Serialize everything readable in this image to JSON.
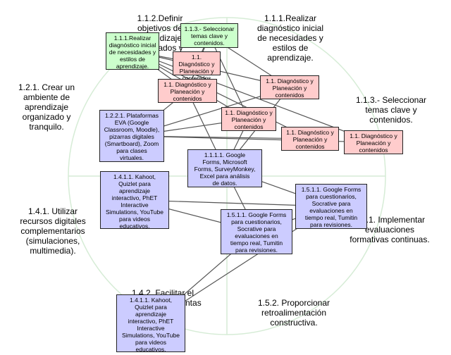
{
  "background_labels": [
    {
      "id": "bg-112",
      "text": "1.1.2.Definir\nobjetivos de\naprendizaje\nesperados y"
    },
    {
      "id": "bg-111",
      "text": "1.1.1.Realizar\ndiagnóstico inicial\nde necesidades y\nestilos de\naprendizaje."
    },
    {
      "id": "bg-121",
      "text": "1.2.1. Crear un\nambiente de\naprendizaje\norganizado y\ntranquilo."
    },
    {
      "id": "bg-113",
      "text": "1.1.3.- Seleccionar\ntemas clave y\ncontenidos."
    },
    {
      "id": "bg-141",
      "text": "1.4.1. Utilizar\nrecursos digitales\ncomplementarios\n(simulaciones,\nmultimedia)."
    },
    {
      "id": "bg-151",
      "text": "1.5.1. Implementar\nevaluaciones\nformativas continuas."
    },
    {
      "id": "bg-142",
      "text": "1.4.2. Facilitar el\nuso de herramientas\ndigitales en\nclase"
    },
    {
      "id": "bg-152",
      "text": "1.5.2. Proporcionar\nretroalimentación\nconstructiva."
    }
  ],
  "nodes": [
    {
      "id": "n-sel",
      "color": "green",
      "text": "1.1.3.- Seleccionar\ntemas clave y\ncontenidos."
    },
    {
      "id": "n-real",
      "color": "green",
      "text": "1.1.1.Realizar\ndiagnóstico inicial\nde necesidades y\nestilos de\naprendizaje."
    },
    {
      "id": "n-p1",
      "color": "pink",
      "text": "1.1. Diagnóstico y\nPlaneación y\ncontenidos"
    },
    {
      "id": "n-p2",
      "color": "pink",
      "text": "1.1. Diagnóstico y\nPlaneación y\ncontenidos"
    },
    {
      "id": "n-p3",
      "color": "pink",
      "text": "1.1. Diagnóstico y\nPlaneación y\ncontenidos"
    },
    {
      "id": "n-p4",
      "color": "pink",
      "text": "1.1. Diagnóstico y\nPlaneación y\ncontenidos"
    },
    {
      "id": "n-p5",
      "color": "pink",
      "text": "1.1. Diagnóstico y\nPlaneación y\ncontenidos"
    },
    {
      "id": "n-p6",
      "color": "pink",
      "text": "1.1. Diagnóstico y\nPlaneación y\ncontenidos"
    },
    {
      "id": "n-eva",
      "color": "blue",
      "text": "1.2.2.1. Plataformas\nEVA (Google\nClassroom, Moodle),\npizarras digitales\n(Smartboard), Zoom\npara clases\nvirtuales."
    },
    {
      "id": "n-gforms",
      "color": "blue",
      "text": "1.1.1.1. Google\nForms, Microsoft\nForms, SurveyMonkey,\nExcel para análisis\nde datos."
    },
    {
      "id": "n-kahoot1",
      "color": "blue",
      "text": "1.4.1.1. Kahoot,\nQuizlet para\naprendizaje\ninteractivo, PhET\nInteractive\nSimulations, YouTube\npara videos\neducativos."
    },
    {
      "id": "n-forms-r",
      "color": "blue",
      "text": "1.5.1.1. Google Forms\npara cuestionarios,\nSocrative para\nevaluaciones en\ntiempo real, Tumitin\npara revisiones."
    },
    {
      "id": "n-forms-c",
      "color": "blue",
      "text": "1.5.1.1. Google Forms\npara cuestionarios,\nSocrative para\nevaluaciones en\ntiempo real, Tumitin\npara revisiones."
    },
    {
      "id": "n-kahoot2",
      "color": "blue",
      "text": "1.4.1.1. Kahoot,\nQuizlet para\naprendizaje\ninteractivo, PhET\nInteractive\nSimulations, YouTube\npara videos\neducativos."
    }
  ],
  "edges": [
    [
      "n-sel",
      "n-p1"
    ],
    [
      "n-sel",
      "n-p2"
    ],
    [
      "n-sel",
      "n-p3"
    ],
    [
      "n-sel",
      "n-p4"
    ],
    [
      "n-real",
      "n-p1"
    ],
    [
      "n-real",
      "n-p2"
    ],
    [
      "n-real",
      "n-p3"
    ],
    [
      "n-real",
      "n-p4"
    ],
    [
      "n-real",
      "n-p5"
    ],
    [
      "n-real",
      "n-p6"
    ],
    [
      "n-eva",
      "n-p2"
    ],
    [
      "n-eva",
      "n-p3"
    ],
    [
      "n-eva",
      "n-p4"
    ],
    [
      "n-eva",
      "n-p5"
    ],
    [
      "n-eva",
      "n-p6"
    ],
    [
      "n-gforms",
      "n-p2"
    ],
    [
      "n-gforms",
      "n-p3"
    ],
    [
      "n-gforms",
      "n-p4"
    ],
    [
      "n-gforms",
      "n-forms-r"
    ],
    [
      "n-kahoot1",
      "n-forms-r"
    ],
    [
      "n-kahoot1",
      "n-forms-c"
    ],
    [
      "n-forms-r",
      "n-forms-c"
    ],
    [
      "n-forms-c",
      "n-kahoot2"
    ],
    [
      "n-forms-r",
      "n-kahoot2"
    ],
    [
      "n-gforms",
      "n-forms-c"
    ]
  ]
}
